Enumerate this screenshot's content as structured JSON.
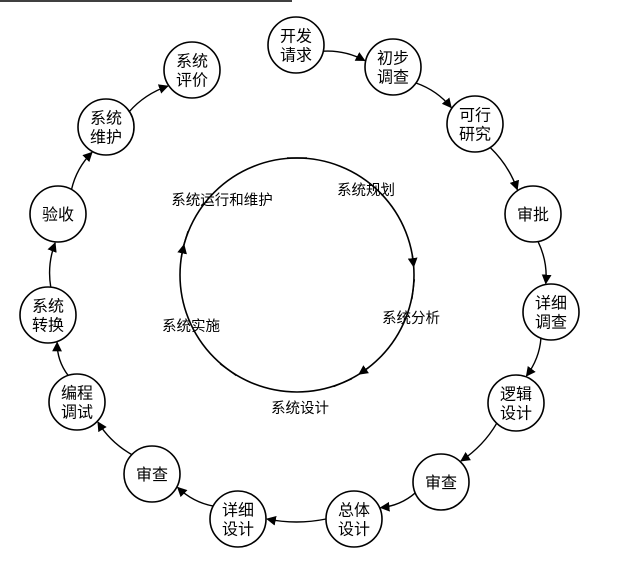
{
  "outer_cycle": {
    "nodes": [
      {
        "id": "dev_request",
        "lines": [
          "开发",
          "请求"
        ]
      },
      {
        "id": "initial_survey",
        "lines": [
          "初步",
          "调查"
        ]
      },
      {
        "id": "feasibility",
        "lines": [
          "可行",
          "研究"
        ]
      },
      {
        "id": "approval",
        "lines": [
          "审批"
        ]
      },
      {
        "id": "detailed_survey",
        "lines": [
          "详细",
          "调查"
        ]
      },
      {
        "id": "logical_design",
        "lines": [
          "逻辑",
          "设计"
        ]
      },
      {
        "id": "review1",
        "lines": [
          "审查"
        ]
      },
      {
        "id": "overall_design",
        "lines": [
          "总体",
          "设计"
        ]
      },
      {
        "id": "detailed_design",
        "lines": [
          "详细",
          "设计"
        ]
      },
      {
        "id": "review2",
        "lines": [
          "审查"
        ]
      },
      {
        "id": "programming",
        "lines": [
          "编程",
          "调试"
        ]
      },
      {
        "id": "conversion",
        "lines": [
          "系统",
          "转换"
        ]
      },
      {
        "id": "acceptance",
        "lines": [
          "验收"
        ]
      },
      {
        "id": "maintenance",
        "lines": [
          "系统",
          "维护"
        ]
      },
      {
        "id": "evaluation",
        "lines": [
          "系统",
          "评价"
        ]
      }
    ],
    "direction": "clockwise"
  },
  "inner_cycle": {
    "phases": [
      {
        "id": "planning",
        "label": "系统规划"
      },
      {
        "id": "analysis",
        "label": "系统分析"
      },
      {
        "id": "design",
        "label": "系统设计"
      },
      {
        "id": "implementation",
        "label": "系统实施"
      },
      {
        "id": "operation",
        "label": "系统运行和维护"
      }
    ],
    "direction": "clockwise"
  },
  "colors": {
    "stroke": "#000000",
    "fill": "#ffffff",
    "text": "#000000"
  }
}
